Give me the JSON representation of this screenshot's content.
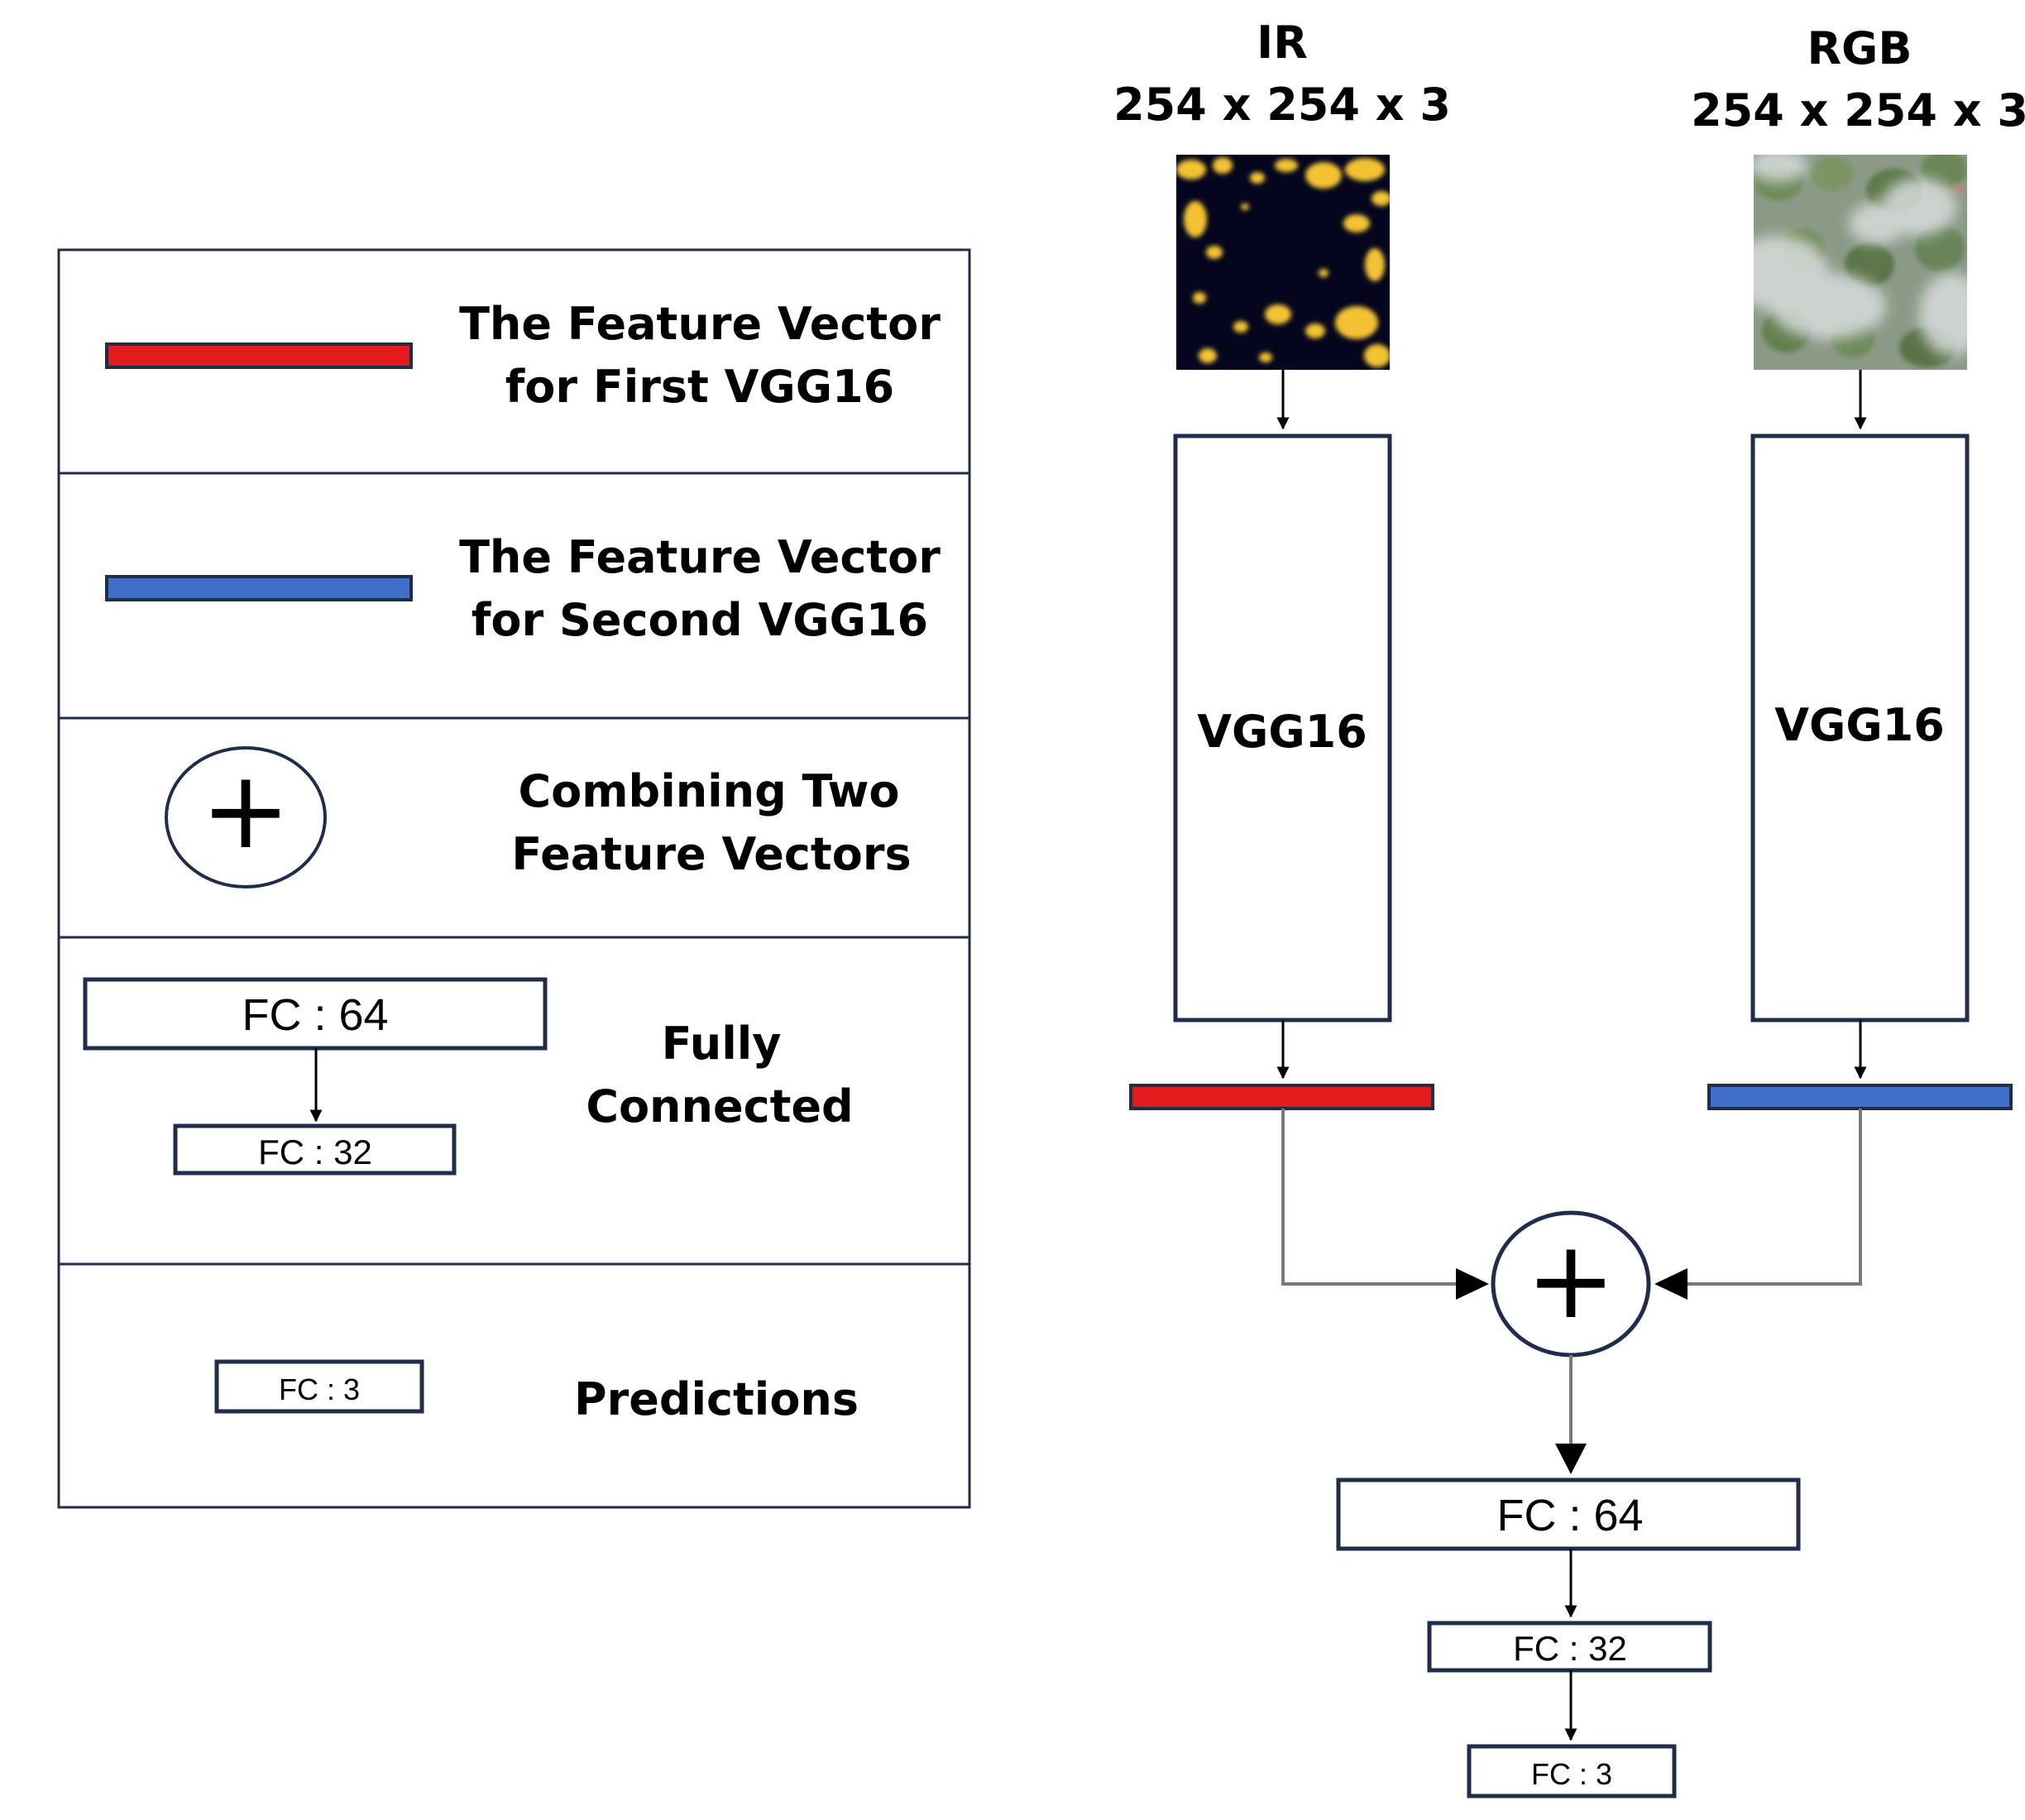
{
  "colors": {
    "box_stroke": "#1f2d4a",
    "first_vector": "#e41b1b",
    "second_vector": "#3f6fc9",
    "connector": "#7a7a7a",
    "ir_image_bg": "#05061e",
    "ir_hotspot": "#f2c232",
    "rgb_image_bg": "#8a9a86",
    "rgb_smoke": "#d8dcdc"
  },
  "legend": {
    "first_vector_line1": "The Feature Vector",
    "first_vector_line2": "for First VGG16",
    "second_vector_line1": "The Feature Vector",
    "second_vector_line2": "for Second VGG16",
    "combine_line1": "Combining Two",
    "combine_line2": "Feature Vectors",
    "fc64": "FC : 64",
    "fc32": "FC : 32",
    "fully_line1": "Fully",
    "fully_line2": "Connected",
    "fc3": "FC : 3",
    "predictions": "Predictions",
    "plus": "+"
  },
  "diagram": {
    "ir_label": "IR",
    "ir_dims": "254 x 254 x 3",
    "rgb_label": "RGB",
    "rgb_dims": "254 x 254 x 3",
    "vgg_left": "VGG16",
    "vgg_right": "VGG16",
    "plus": "+",
    "fc64": "FC : 64",
    "fc32": "FC : 32",
    "fc3": "FC : 3"
  }
}
